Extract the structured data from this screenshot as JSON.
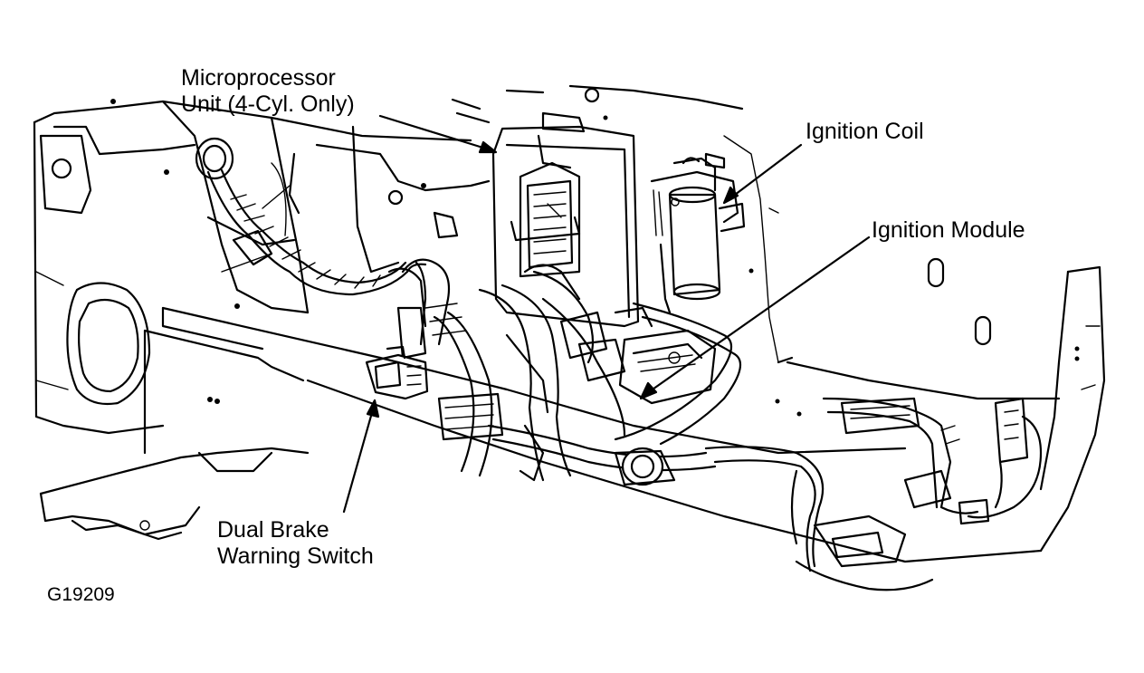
{
  "labels": {
    "microprocessor_line1": "Microprocessor",
    "microprocessor_line2": "Unit (4-Cyl. Only)",
    "ignition_coil": "Ignition Coil",
    "ignition_module": "Ignition Module",
    "dual_brake_line1": "Dual Brake",
    "dual_brake_line2": "Warning Switch"
  },
  "figure_code": "G19209",
  "colors": {
    "ink": "#000000",
    "paper": "#ffffff"
  }
}
